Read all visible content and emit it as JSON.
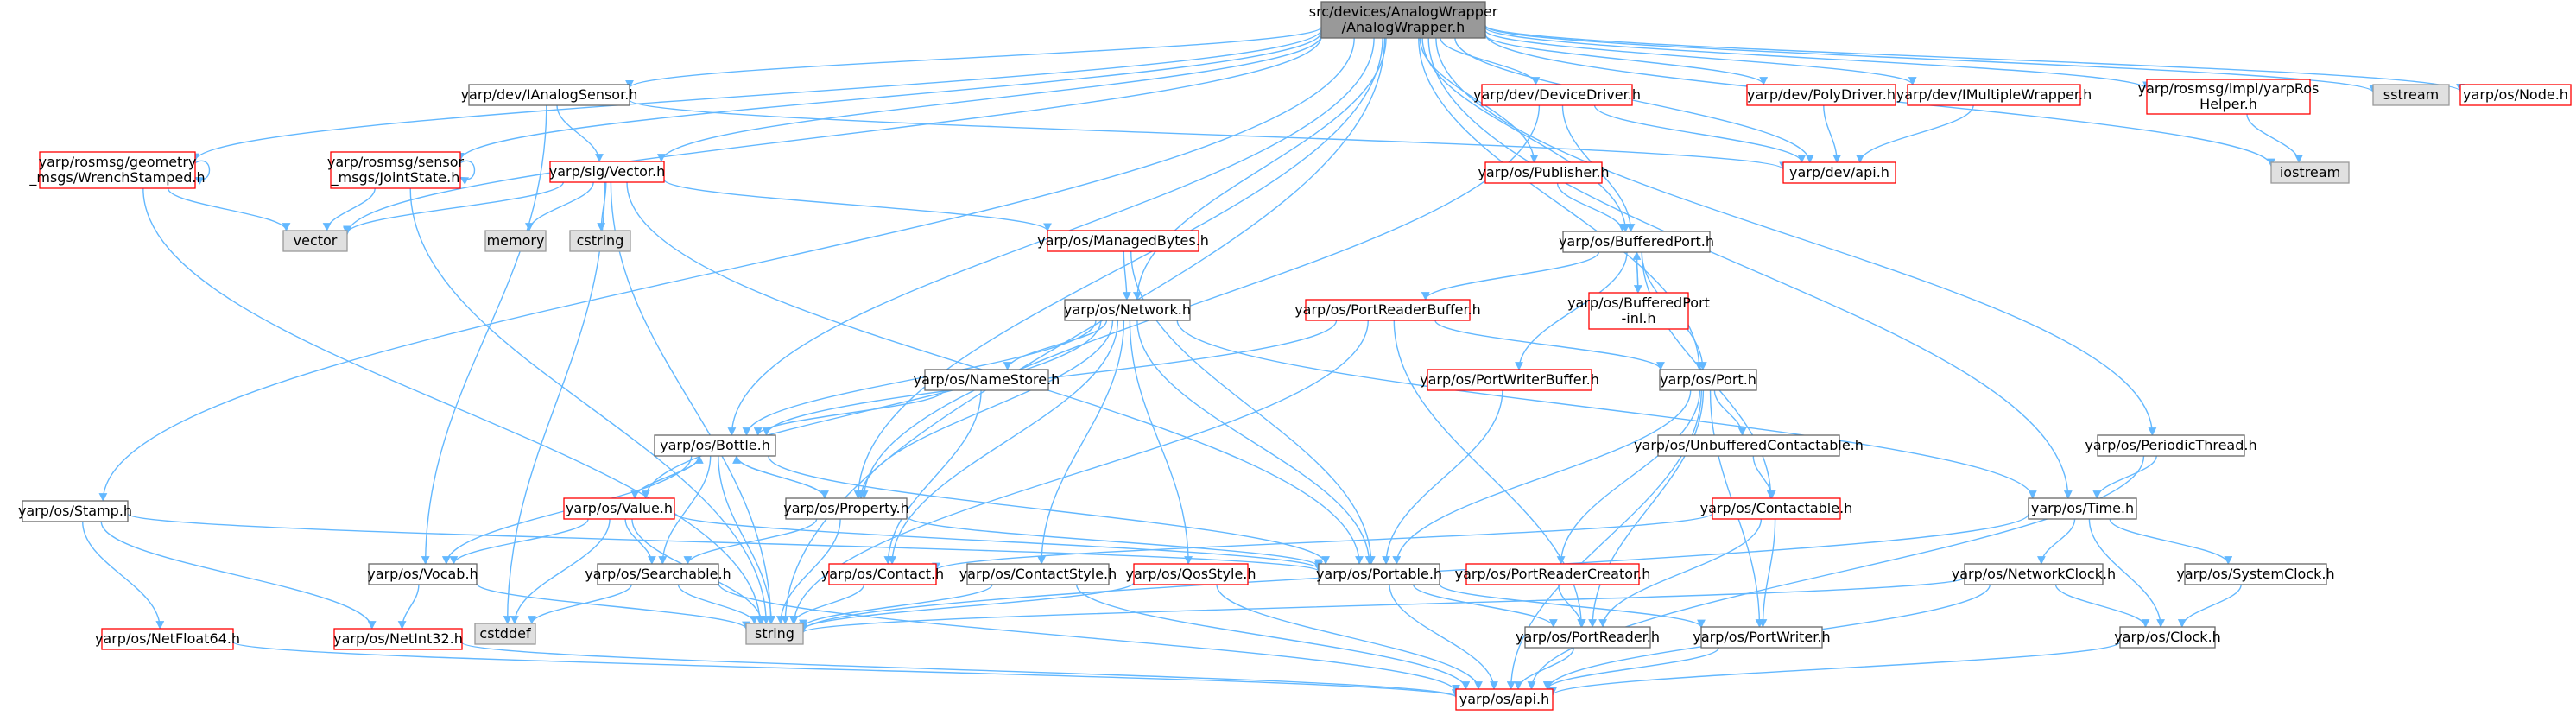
{
  "colors": {
    "edge": "#63b8ff",
    "root_fill": "#999999",
    "root_border": "#666666",
    "documented_border": "#666666",
    "undocumented_border": "#ff0000",
    "system_fill": "#e0e0e0",
    "system_border": "#999999",
    "text": "#000000",
    "background": "#ffffff"
  },
  "nodes": [
    {
      "id": "root",
      "kind": "root",
      "lines": [
        "src/devices/AnalogWrapper",
        "/AnalogWrapper.h"
      ]
    },
    {
      "id": "ianalogsensor",
      "kind": "documented",
      "lines": [
        "yarp/dev/IAnalogSensor.h"
      ]
    },
    {
      "id": "devicedriver",
      "kind": "undocumented",
      "lines": [
        "yarp/dev/DeviceDriver.h"
      ]
    },
    {
      "id": "polydriver",
      "kind": "undocumented",
      "lines": [
        "yarp/dev/PolyDriver.h"
      ]
    },
    {
      "id": "imultiplewrapper",
      "kind": "undocumented",
      "lines": [
        "yarp/dev/IMultipleWrapper.h"
      ]
    },
    {
      "id": "rosmsghelper",
      "kind": "undocumented",
      "lines": [
        "yarp/rosmsg/impl/yarpRos",
        "Helper.h"
      ]
    },
    {
      "id": "sstream",
      "kind": "system",
      "lines": [
        "sstream"
      ]
    },
    {
      "id": "node",
      "kind": "undocumented",
      "lines": [
        "yarp/os/Node.h"
      ]
    },
    {
      "id": "wrenchstamped",
      "kind": "undocumented",
      "lines": [
        "yarp/rosmsg/geometry",
        "_msgs/WrenchStamped.h"
      ]
    },
    {
      "id": "jointstate",
      "kind": "undocumented",
      "lines": [
        "yarp/rosmsg/sensor",
        "_msgs/JointState.h"
      ]
    },
    {
      "id": "vector",
      "kind": "undocumented",
      "lines": [
        "yarp/sig/Vector.h"
      ]
    },
    {
      "id": "devapi",
      "kind": "undocumented",
      "lines": [
        "yarp/dev/api.h"
      ]
    },
    {
      "id": "iostream",
      "kind": "system",
      "lines": [
        "iostream"
      ]
    },
    {
      "id": "publisher",
      "kind": "undocumented",
      "lines": [
        "yarp/os/Publisher.h"
      ]
    },
    {
      "id": "std_vector",
      "kind": "system",
      "lines": [
        "vector"
      ]
    },
    {
      "id": "memory",
      "kind": "system",
      "lines": [
        "memory"
      ]
    },
    {
      "id": "cstring",
      "kind": "system",
      "lines": [
        "cstring"
      ]
    },
    {
      "id": "managedbytes",
      "kind": "undocumented",
      "lines": [
        "yarp/os/ManagedBytes.h"
      ]
    },
    {
      "id": "bufferedport",
      "kind": "documented",
      "lines": [
        "yarp/os/BufferedPort.h"
      ]
    },
    {
      "id": "network",
      "kind": "documented",
      "lines": [
        "yarp/os/Network.h"
      ]
    },
    {
      "id": "portreaderbuffer",
      "kind": "undocumented",
      "lines": [
        "yarp/os/PortReaderBuffer.h"
      ]
    },
    {
      "id": "bufferedportinl",
      "kind": "undocumented",
      "lines": [
        "yarp/os/BufferedPort",
        "-inl.h"
      ]
    },
    {
      "id": "namestore",
      "kind": "documented",
      "lines": [
        "yarp/os/NameStore.h"
      ]
    },
    {
      "id": "portwriterbuffer",
      "kind": "undocumented",
      "lines": [
        "yarp/os/PortWriterBuffer.h"
      ]
    },
    {
      "id": "port",
      "kind": "documented",
      "lines": [
        "yarp/os/Port.h"
      ]
    },
    {
      "id": "periodicthread",
      "kind": "documented",
      "lines": [
        "yarp/os/PeriodicThread.h"
      ]
    },
    {
      "id": "bottle",
      "kind": "documented",
      "lines": [
        "yarp/os/Bottle.h"
      ]
    },
    {
      "id": "unbufferedcontactable",
      "kind": "documented",
      "lines": [
        "yarp/os/UnbufferedContactable.h"
      ]
    },
    {
      "id": "stamp",
      "kind": "documented",
      "lines": [
        "yarp/os/Stamp.h"
      ]
    },
    {
      "id": "value",
      "kind": "undocumented",
      "lines": [
        "yarp/os/Value.h"
      ]
    },
    {
      "id": "property",
      "kind": "documented",
      "lines": [
        "yarp/os/Property.h"
      ]
    },
    {
      "id": "contactable",
      "kind": "undocumented",
      "lines": [
        "yarp/os/Contactable.h"
      ]
    },
    {
      "id": "time",
      "kind": "documented",
      "lines": [
        "yarp/os/Time.h"
      ]
    },
    {
      "id": "vocab",
      "kind": "documented",
      "lines": [
        "yarp/os/Vocab.h"
      ]
    },
    {
      "id": "searchable",
      "kind": "documented",
      "lines": [
        "yarp/os/Searchable.h"
      ]
    },
    {
      "id": "contact",
      "kind": "undocumented",
      "lines": [
        "yarp/os/Contact.h"
      ]
    },
    {
      "id": "contactstyle",
      "kind": "documented",
      "lines": [
        "yarp/os/ContactStyle.h"
      ]
    },
    {
      "id": "qosstyle",
      "kind": "undocumented",
      "lines": [
        "yarp/os/QosStyle.h"
      ]
    },
    {
      "id": "portable",
      "kind": "documented",
      "lines": [
        "yarp/os/Portable.h"
      ]
    },
    {
      "id": "portreadercreator",
      "kind": "undocumented",
      "lines": [
        "yarp/os/PortReaderCreator.h"
      ]
    },
    {
      "id": "networkclock",
      "kind": "documented",
      "lines": [
        "yarp/os/NetworkClock.h"
      ]
    },
    {
      "id": "systemclock",
      "kind": "documented",
      "lines": [
        "yarp/os/SystemClock.h"
      ]
    },
    {
      "id": "netfloat64",
      "kind": "undocumented",
      "lines": [
        "yarp/os/NetFloat64.h"
      ]
    },
    {
      "id": "netint32",
      "kind": "undocumented",
      "lines": [
        "yarp/os/NetInt32.h"
      ]
    },
    {
      "id": "cstddef",
      "kind": "system",
      "lines": [
        "cstddef"
      ]
    },
    {
      "id": "string",
      "kind": "system",
      "lines": [
        "string"
      ]
    },
    {
      "id": "portreader",
      "kind": "documented",
      "lines": [
        "yarp/os/PortReader.h"
      ]
    },
    {
      "id": "portwriter",
      "kind": "documented",
      "lines": [
        "yarp/os/PortWriter.h"
      ]
    },
    {
      "id": "clock",
      "kind": "documented",
      "lines": [
        "yarp/os/Clock.h"
      ]
    },
    {
      "id": "osapi",
      "kind": "undocumented",
      "lines": [
        "yarp/os/api.h"
      ]
    }
  ],
  "edges": [
    [
      "root",
      "ianalogsensor"
    ],
    [
      "root",
      "devicedriver"
    ],
    [
      "root",
      "polydriver"
    ],
    [
      "root",
      "imultiplewrapper"
    ],
    [
      "root",
      "rosmsghelper"
    ],
    [
      "root",
      "sstream"
    ],
    [
      "root",
      "node"
    ],
    [
      "root",
      "wrenchstamped"
    ],
    [
      "root",
      "jointstate"
    ],
    [
      "root",
      "vector"
    ],
    [
      "root",
      "devapi"
    ],
    [
      "root",
      "iostream"
    ],
    [
      "root",
      "publisher"
    ],
    [
      "root",
      "std_vector"
    ],
    [
      "root",
      "bufferedport"
    ],
    [
      "root",
      "network"
    ],
    [
      "root",
      "port"
    ],
    [
      "root",
      "periodicthread"
    ],
    [
      "root",
      "bottle"
    ],
    [
      "root",
      "stamp"
    ],
    [
      "root",
      "property"
    ],
    [
      "root",
      "time"
    ],
    [
      "root",
      "string"
    ],
    [
      "ianalogsensor",
      "vector"
    ],
    [
      "ianalogsensor",
      "devapi"
    ],
    [
      "ianalogsensor",
      "vocab"
    ],
    [
      "devicedriver",
      "devapi"
    ],
    [
      "devicedriver",
      "property"
    ],
    [
      "devicedriver",
      "bufferedport"
    ],
    [
      "polydriver",
      "devapi"
    ],
    [
      "imultiplewrapper",
      "devapi"
    ],
    [
      "rosmsghelper",
      "iostream"
    ],
    [
      "wrenchstamped",
      "wrenchstamped"
    ],
    [
      "wrenchstamped",
      "std_vector"
    ],
    [
      "wrenchstamped",
      "string"
    ],
    [
      "jointstate",
      "jointstate"
    ],
    [
      "jointstate",
      "std_vector"
    ],
    [
      "jointstate",
      "string"
    ],
    [
      "vector",
      "std_vector"
    ],
    [
      "vector",
      "memory"
    ],
    [
      "vector",
      "cstring"
    ],
    [
      "vector",
      "managedbytes"
    ],
    [
      "vector",
      "portable"
    ],
    [
      "vector",
      "string"
    ],
    [
      "vector",
      "cstddef"
    ],
    [
      "publisher",
      "bufferedport"
    ],
    [
      "managedbytes",
      "network"
    ],
    [
      "managedbytes",
      "portable"
    ],
    [
      "bufferedport",
      "portreaderbuffer"
    ],
    [
      "bufferedport",
      "bufferedportinl"
    ],
    [
      "bufferedport",
      "portwriterbuffer"
    ],
    [
      "bufferedport",
      "port"
    ],
    [
      "bufferedport",
      "contactable"
    ],
    [
      "bufferedportinl",
      "bufferedport"
    ],
    [
      "network",
      "namestore"
    ],
    [
      "network",
      "bottle"
    ],
    [
      "network",
      "property"
    ],
    [
      "network",
      "value"
    ],
    [
      "network",
      "contactstyle"
    ],
    [
      "network",
      "qosstyle"
    ],
    [
      "network",
      "portable"
    ],
    [
      "network",
      "time"
    ],
    [
      "network",
      "contact"
    ],
    [
      "portreaderbuffer",
      "port"
    ],
    [
      "portreaderbuffer",
      "bottle"
    ],
    [
      "portreaderbuffer",
      "portreader"
    ],
    [
      "portreaderbuffer",
      "string"
    ],
    [
      "namestore",
      "bottle"
    ],
    [
      "namestore",
      "contact"
    ],
    [
      "portwriterbuffer",
      "portable"
    ],
    [
      "port",
      "unbufferedcontactable"
    ],
    [
      "port",
      "portreadercreator"
    ],
    [
      "port",
      "portable"
    ],
    [
      "port",
      "portreader"
    ],
    [
      "port",
      "portwriter"
    ],
    [
      "port",
      "osapi"
    ],
    [
      "periodicthread",
      "time"
    ],
    [
      "periodicthread",
      "osapi"
    ],
    [
      "bottle",
      "value"
    ],
    [
      "bottle",
      "property"
    ],
    [
      "bottle",
      "portable"
    ],
    [
      "bottle",
      "searchable"
    ],
    [
      "bottle",
      "vocab"
    ],
    [
      "bottle",
      "string"
    ],
    [
      "unbufferedcontactable",
      "contactable"
    ],
    [
      "stamp",
      "portable"
    ],
    [
      "stamp",
      "netfloat64"
    ],
    [
      "stamp",
      "netint32"
    ],
    [
      "value",
      "bottle"
    ],
    [
      "value",
      "vocab"
    ],
    [
      "value",
      "searchable"
    ],
    [
      "value",
      "portable"
    ],
    [
      "value",
      "cstddef"
    ],
    [
      "value",
      "string"
    ],
    [
      "property",
      "bottle"
    ],
    [
      "property",
      "searchable"
    ],
    [
      "property",
      "portable"
    ],
    [
      "property",
      "string"
    ],
    [
      "contactable",
      "contact"
    ],
    [
      "contactable",
      "portreader"
    ],
    [
      "contactable",
      "portwriter"
    ],
    [
      "time",
      "networkclock"
    ],
    [
      "time",
      "systemclock"
    ],
    [
      "time",
      "clock"
    ],
    [
      "time",
      "string"
    ],
    [
      "vocab",
      "netint32"
    ],
    [
      "vocab",
      "string"
    ],
    [
      "searchable",
      "cstddef"
    ],
    [
      "searchable",
      "string"
    ],
    [
      "searchable",
      "osapi"
    ],
    [
      "contact",
      "string"
    ],
    [
      "contactstyle",
      "string"
    ],
    [
      "contactstyle",
      "osapi"
    ],
    [
      "qosstyle",
      "string"
    ],
    [
      "qosstyle",
      "osapi"
    ],
    [
      "portable",
      "portreader"
    ],
    [
      "portable",
      "portwriter"
    ],
    [
      "portable",
      "osapi"
    ],
    [
      "portreadercreator",
      "portreader"
    ],
    [
      "networkclock",
      "clock"
    ],
    [
      "networkclock",
      "string"
    ],
    [
      "networkclock",
      "osapi"
    ],
    [
      "systemclock",
      "clock"
    ],
    [
      "netfloat64",
      "osapi"
    ],
    [
      "netint32",
      "osapi"
    ],
    [
      "portreader",
      "osapi"
    ],
    [
      "portwriter",
      "osapi"
    ],
    [
      "clock",
      "osapi"
    ]
  ]
}
